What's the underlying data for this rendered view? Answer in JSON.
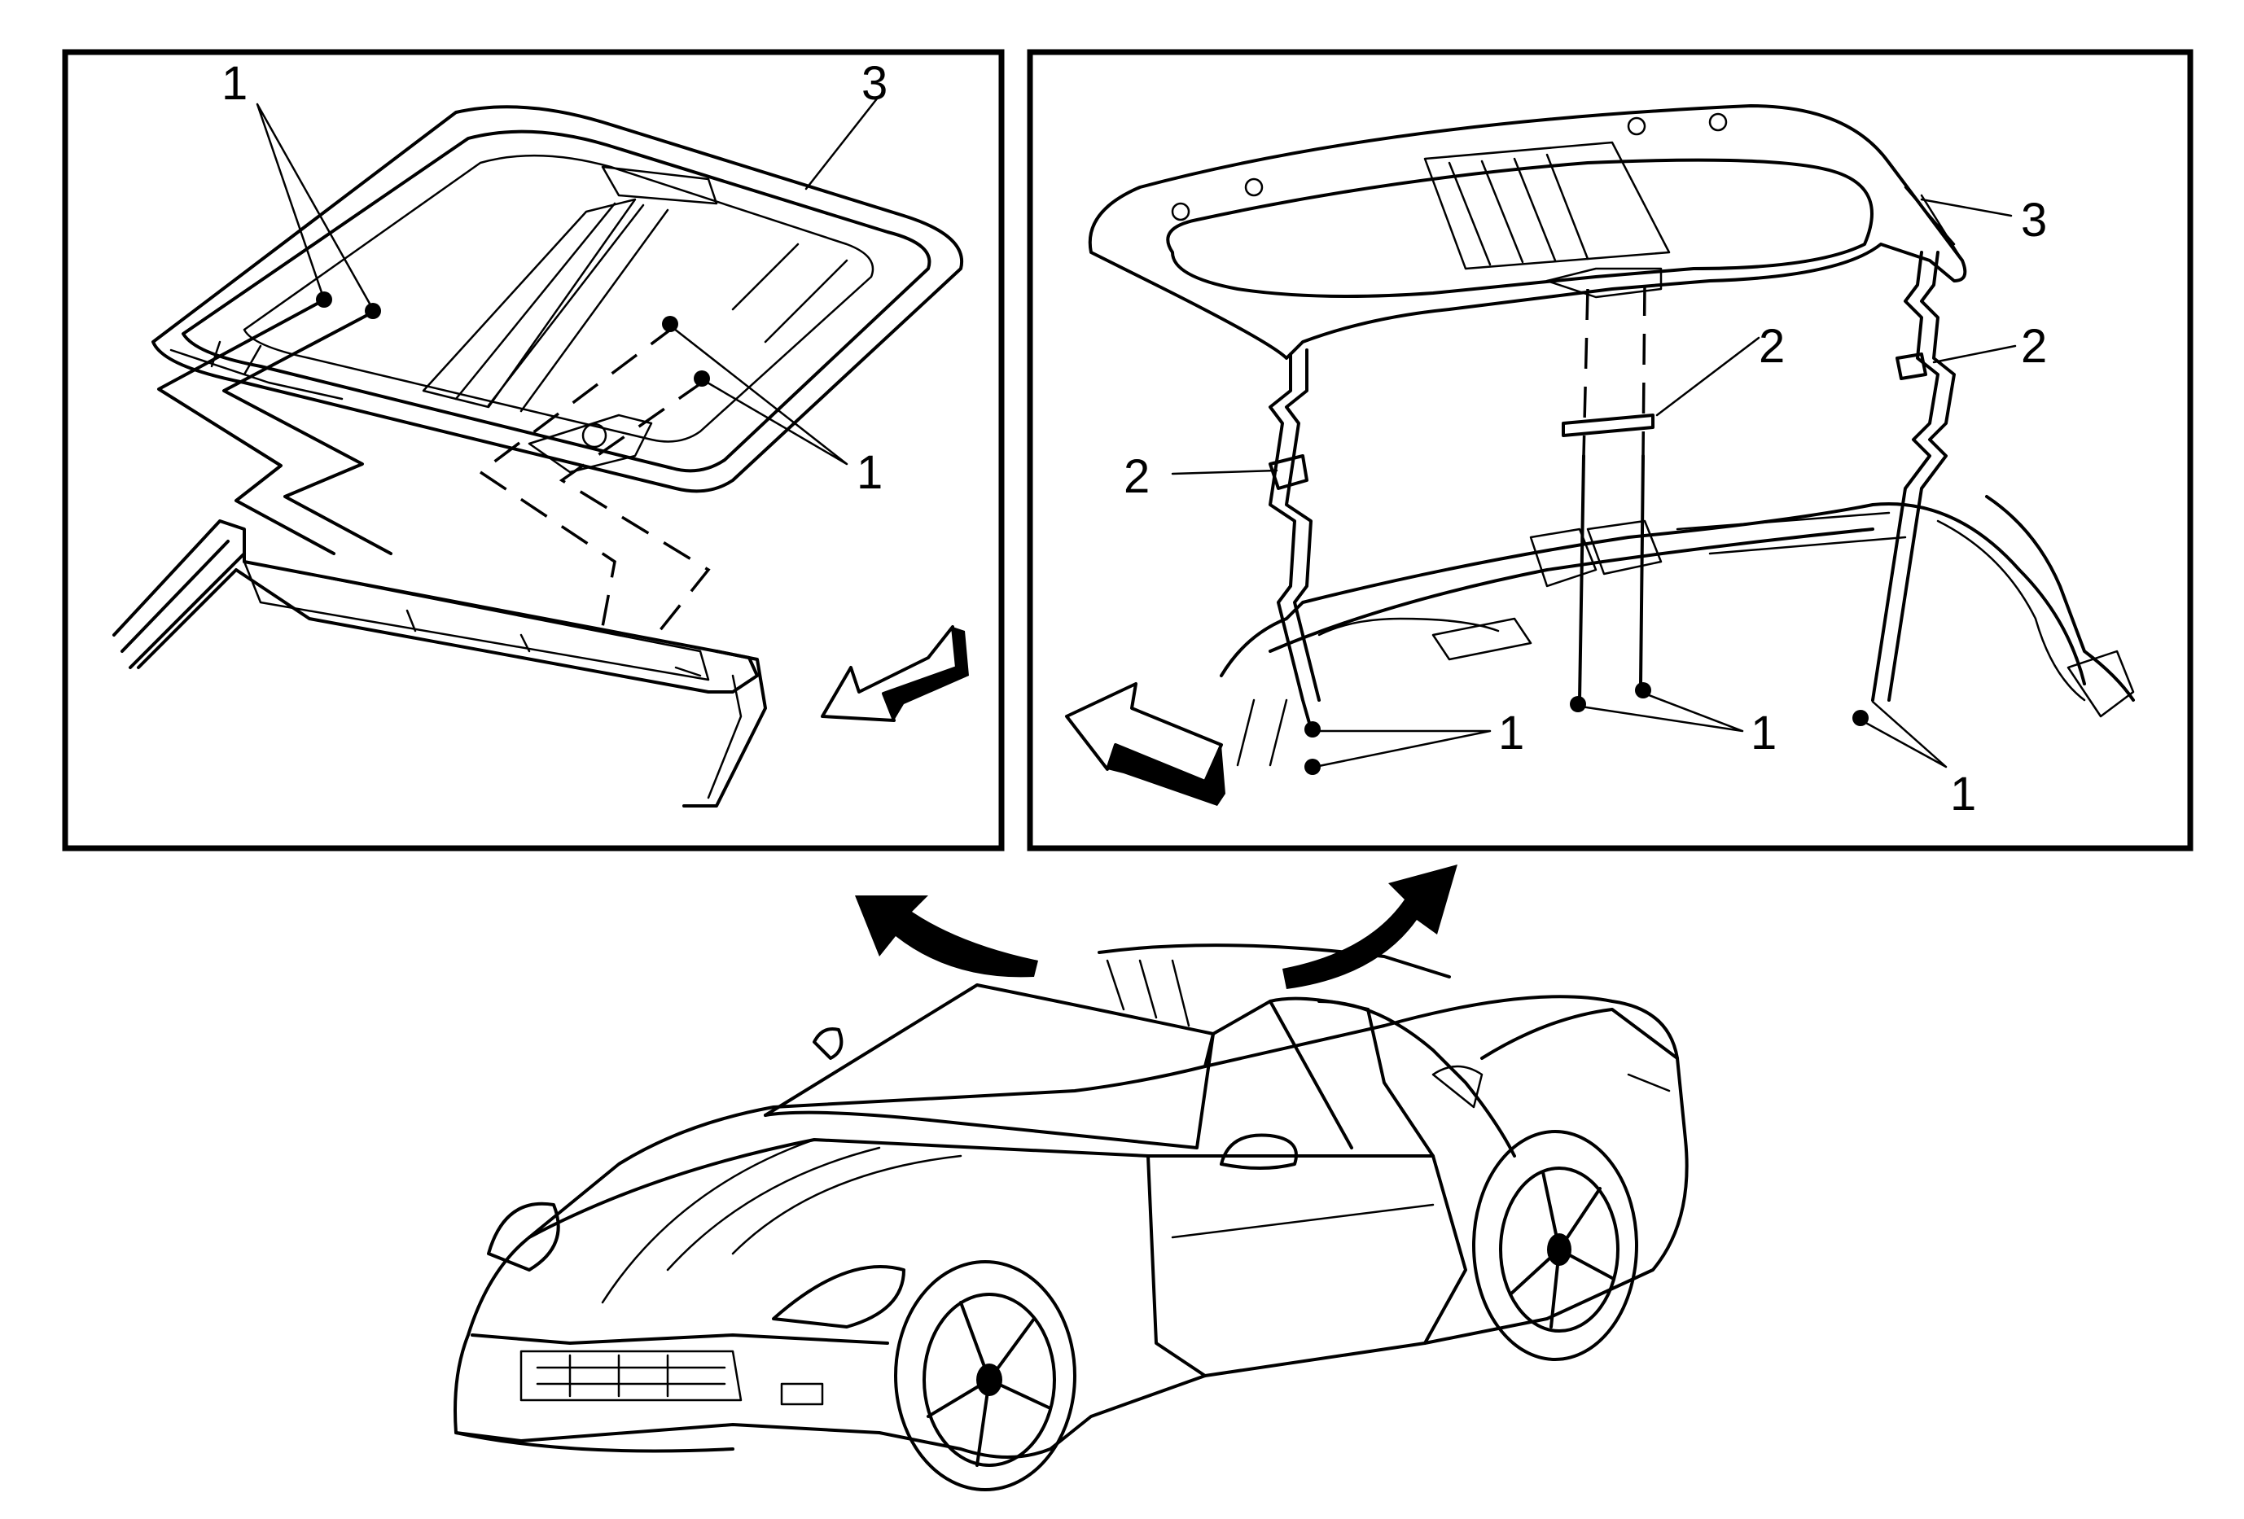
{
  "diagram": {
    "left_panel": {
      "callouts": [
        {
          "id": "c1a",
          "text": "1"
        },
        {
          "id": "c1b",
          "text": "1"
        },
        {
          "id": "c3",
          "text": "3"
        }
      ]
    },
    "right_panel": {
      "callouts": [
        {
          "id": "c3",
          "text": "3"
        },
        {
          "id": "c2a",
          "text": "2"
        },
        {
          "id": "c2b",
          "text": "2"
        },
        {
          "id": "c2c",
          "text": "2"
        },
        {
          "id": "c1a",
          "text": "1"
        },
        {
          "id": "c1b",
          "text": "1"
        },
        {
          "id": "c1c",
          "text": "1"
        }
      ]
    },
    "icons": {
      "direction_arrow": "forward-direction-arrow-icon",
      "lift_arrow": "lift-off-arrow-icon",
      "vehicle": "sports-car-illustration",
      "fastener": "bolt-icon",
      "clip": "retainer-clip-icon"
    }
  }
}
